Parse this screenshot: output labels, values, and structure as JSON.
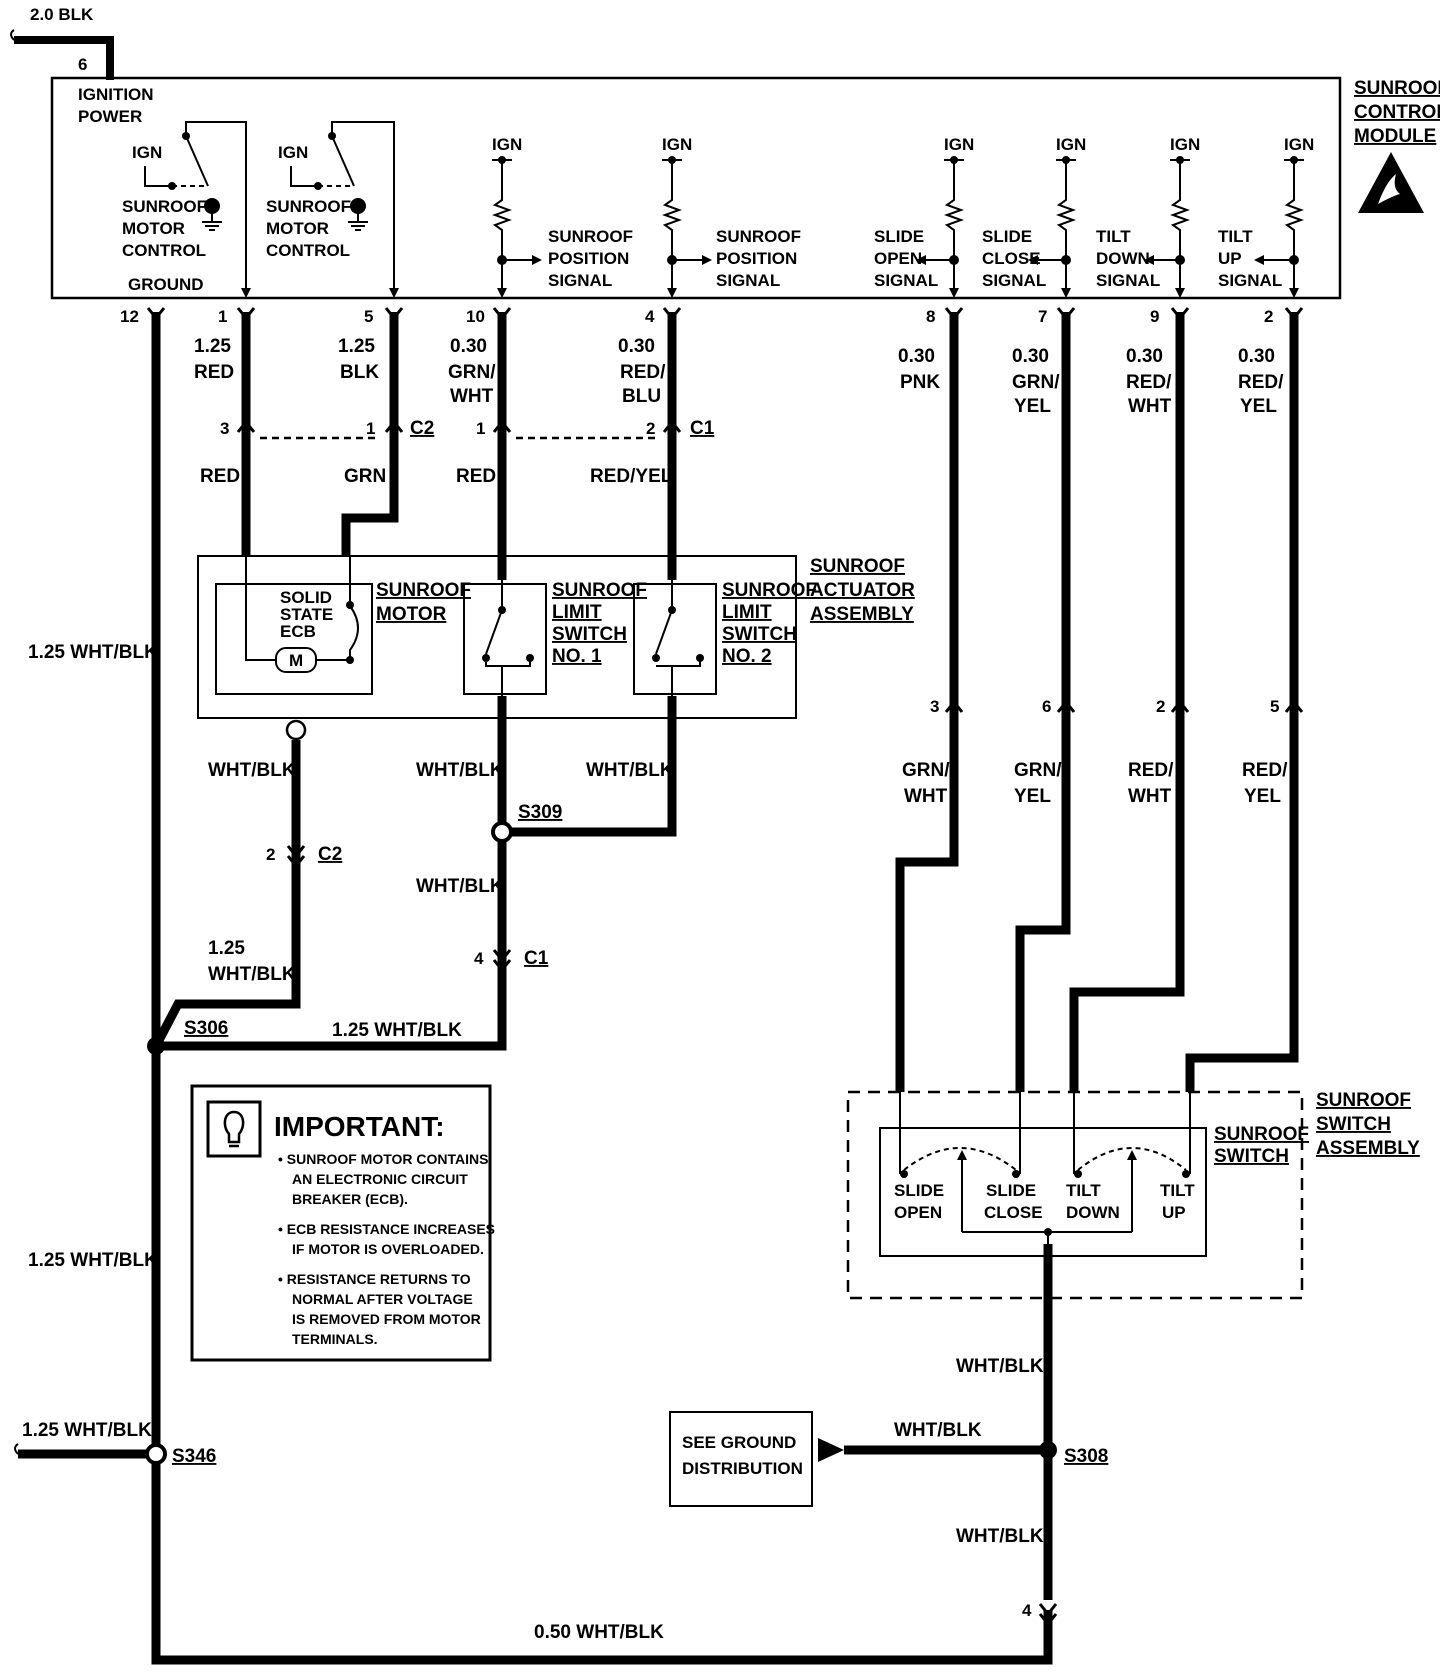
{
  "feed": {
    "wire": "2.0 BLK",
    "pin": "6"
  },
  "module": {
    "title": [
      "SUNROOF",
      "CONTROL",
      "MODULE"
    ],
    "ignition_power": [
      "IGNITION",
      "POWER"
    ],
    "ground": "GROUND",
    "ign": "IGN",
    "motor_control": [
      "SUNROOF",
      "MOTOR",
      "CONTROL"
    ],
    "position_signal": [
      "SUNROOF",
      "POSITION",
      "SIGNAL"
    ],
    "slide_open_signal": [
      "SLIDE",
      "OPEN",
      "SIGNAL"
    ],
    "slide_close_signal": [
      "SLIDE",
      "CLOSE",
      "SIGNAL"
    ],
    "tilt_down_signal": [
      "TILT",
      "DOWN",
      "SIGNAL"
    ],
    "tilt_up_signal": [
      "TILT",
      "UP",
      "SIGNAL"
    ]
  },
  "pins": [
    "12",
    "1",
    "5",
    "10",
    "4",
    "8",
    "7",
    "9",
    "2"
  ],
  "wires": {
    "w1": [
      "1.25",
      "RED"
    ],
    "w5": [
      "1.25",
      "BLK"
    ],
    "w10": [
      "0.30",
      "GRN/",
      "WHT"
    ],
    "w4": [
      "0.30",
      "RED/",
      "BLU"
    ],
    "w8": [
      "0.30",
      "PNK"
    ],
    "w7": [
      "0.30",
      "GRN/",
      "YEL"
    ],
    "w9": [
      "0.30",
      "RED/",
      "WHT"
    ],
    "w2": [
      "0.30",
      "RED/",
      "YEL"
    ]
  },
  "connectors": {
    "c2_pins": [
      "3",
      "1"
    ],
    "c2": "C2",
    "c1_pins": [
      "1",
      "2"
    ],
    "c1": "C1",
    "lower_pins": [
      "3",
      "6",
      "2",
      "5"
    ],
    "c2_lower_pin": "2",
    "c1_lower_pin": "4",
    "switch_pin": "4"
  },
  "color_labels": {
    "red": "RED",
    "grn": "GRN",
    "red2": "RED",
    "redyel": "RED/YEL",
    "grnwht": [
      "GRN/",
      "WHT"
    ],
    "grnyel": [
      "GRN/",
      "YEL"
    ],
    "redwht": [
      "RED/",
      "WHT"
    ],
    "redyel2": [
      "RED/",
      "YEL"
    ]
  },
  "actuator": {
    "title": [
      "SUNROOF",
      "ACTUATOR",
      "ASSEMBLY"
    ],
    "ecb": [
      "SOLID",
      "STATE",
      "ECB"
    ],
    "motor": [
      "SUNROOF",
      "MOTOR"
    ],
    "motor_symbol": "M",
    "limit1": [
      "SUNROOF",
      "LIMIT",
      "SWITCH",
      "NO. 1"
    ],
    "limit2": [
      "SUNROOF",
      "LIMIT",
      "SWITCH",
      "NO. 2"
    ]
  },
  "ground_wires": {
    "left_top": "1.25 WHT/BLK",
    "left_bottom": "1.25 WHT/BLK",
    "wb_a": "WHT/BLK",
    "wb_b": "WHT/BLK",
    "wb_c": "WHT/BLK",
    "wb_d": "WHT/BLK",
    "w125": [
      "1.25",
      "WHT/BLK"
    ],
    "s306_run": "1.25 WHT/BLK",
    "s346_in": "1.25 WHT/BLK",
    "sw_out1": "WHT/BLK",
    "sw_out2": "WHT/BLK",
    "gd_wire": "WHT/BLK",
    "bottom": "0.50 WHT/BLK"
  },
  "splices": {
    "s309": "S309",
    "s306": "S306",
    "s346": "S346",
    "s308": "S308"
  },
  "important": {
    "title": "IMPORTANT:",
    "b1": [
      "• SUNROOF MOTOR CONTAINS",
      "AN ELECTRONIC CIRCUIT",
      "BREAKER (ECB)."
    ],
    "b2": [
      "• ECB RESISTANCE INCREASES",
      "IF MOTOR IS OVERLOADED."
    ],
    "b3": [
      "• RESISTANCE RETURNS TO",
      "NORMAL AFTER VOLTAGE",
      "IS REMOVED FROM MOTOR",
      "TERMINALS."
    ]
  },
  "switch": {
    "title": [
      "SUNROOF",
      "SWITCH",
      "ASSEMBLY"
    ],
    "inner": [
      "SUNROOF",
      "SWITCH"
    ],
    "slide_open": [
      "SLIDE",
      "OPEN"
    ],
    "slide_close": [
      "SLIDE",
      "CLOSE"
    ],
    "tilt_down": [
      "TILT",
      "DOWN"
    ],
    "tilt_up": [
      "TILT",
      "UP"
    ]
  },
  "ground_dist": [
    "SEE GROUND",
    "DISTRIBUTION"
  ]
}
